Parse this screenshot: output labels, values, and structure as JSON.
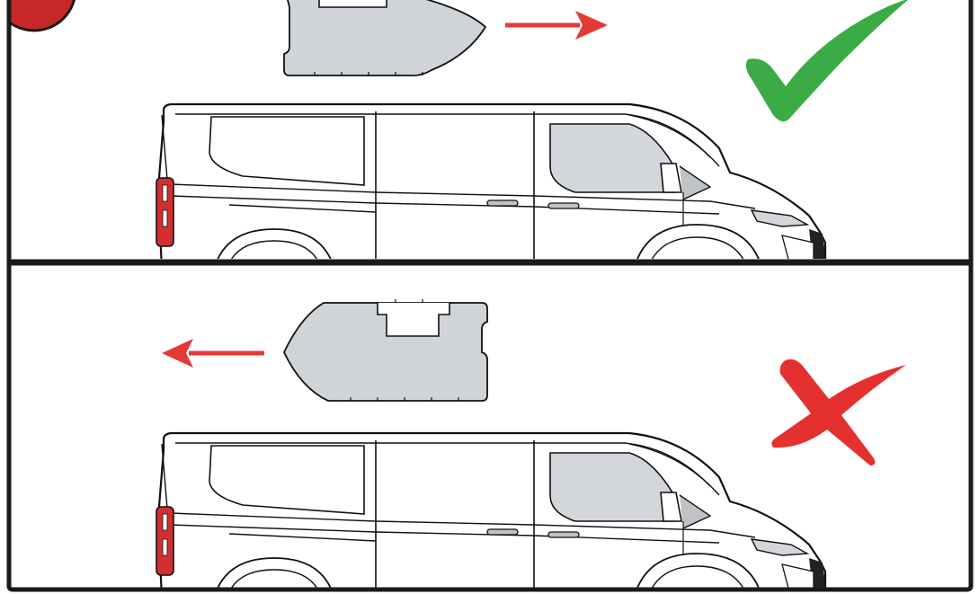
{
  "panels": [
    {
      "id": "correct",
      "label": "correct-orientation",
      "result": "check",
      "direction": "right"
    },
    {
      "id": "incorrect",
      "label": "incorrect-orientation",
      "result": "cross",
      "direction": "left"
    }
  ],
  "colors": {
    "border": "#1a1a1a",
    "badge_red": "#c62828",
    "arrow_red": "#e53935",
    "check_green": "#3bab45",
    "cross_red": "#e53030",
    "panel_fill": "#d0d3d8",
    "window_fill": "#d3d6da",
    "taillight": "#d32f2f"
  },
  "icons": [
    "step-badge",
    "direction-arrow",
    "check-mark-icon",
    "cross-mark-icon",
    "van-illustration",
    "window-panel-shape"
  ]
}
